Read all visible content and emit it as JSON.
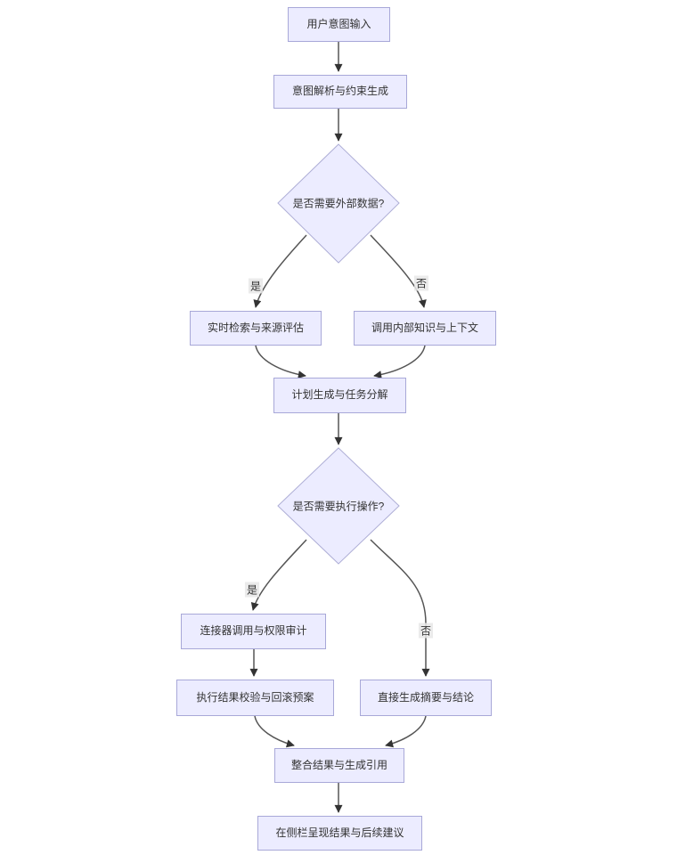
{
  "diagram": {
    "type": "flowchart",
    "direction": "top-down",
    "nodes": {
      "n1": "用户意图输入",
      "n2": "意图解析与约束生成",
      "d1": "是否需要外部数据?",
      "n3": "实时检索与来源评估",
      "n4": "调用内部知识与上下文",
      "n5": "计划生成与任务分解",
      "d2": "是否需要执行操作?",
      "n6": "连接器调用与权限审计",
      "n7": "执行结果校验与回滚预案",
      "n8": "直接生成摘要与结论",
      "n9": "整合结果与生成引用",
      "n10": "在侧栏呈现结果与后续建议"
    },
    "edge_labels": {
      "yes1": "是",
      "no1": "否",
      "yes2": "是",
      "no2": "否"
    },
    "edges": [
      {
        "from": "n1",
        "to": "n2",
        "label": ""
      },
      {
        "from": "n2",
        "to": "d1",
        "label": ""
      },
      {
        "from": "d1",
        "to": "n3",
        "label": "是"
      },
      {
        "from": "d1",
        "to": "n4",
        "label": "否"
      },
      {
        "from": "n3",
        "to": "n5",
        "label": ""
      },
      {
        "from": "n4",
        "to": "n5",
        "label": ""
      },
      {
        "from": "n5",
        "to": "d2",
        "label": ""
      },
      {
        "from": "d2",
        "to": "n6",
        "label": "是"
      },
      {
        "from": "d2",
        "to": "n8",
        "label": "否"
      },
      {
        "from": "n6",
        "to": "n7",
        "label": ""
      },
      {
        "from": "n7",
        "to": "n9",
        "label": ""
      },
      {
        "from": "n8",
        "to": "n9",
        "label": ""
      },
      {
        "from": "n9",
        "to": "n10",
        "label": ""
      }
    ],
    "colors": {
      "node_fill": "#ECECFF",
      "node_border": "#A8A8D8",
      "diamond_border": "#AEAED6",
      "edge_line": "#555555",
      "arrowhead": "#333333",
      "text": "#333333",
      "edge_label_bg": "#E8E8E8",
      "background": "#FFFFFF"
    }
  }
}
